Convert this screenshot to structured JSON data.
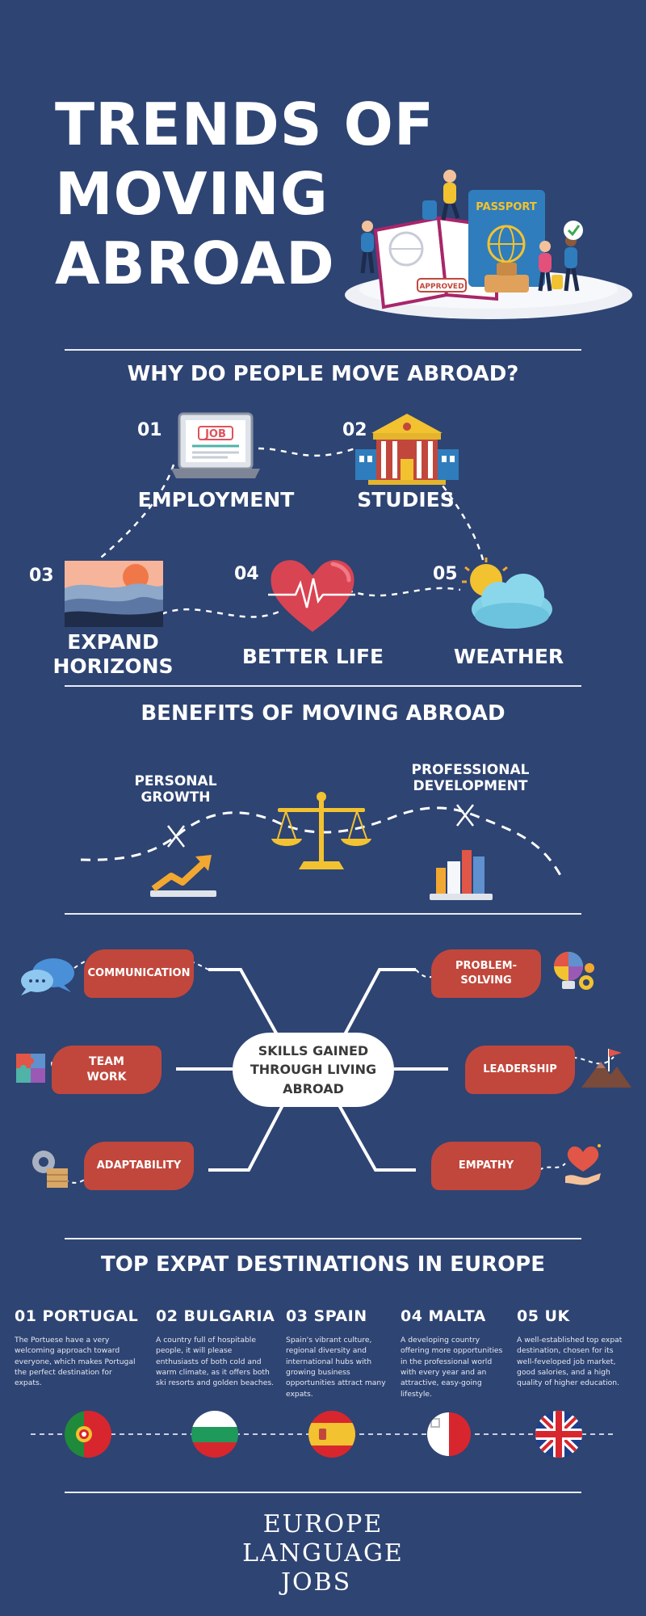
{
  "header": {
    "title_lines": [
      "TRENDS OF",
      "MOVING",
      "ABROAD"
    ],
    "passport_text": "PASSPORT",
    "stamp_text": "APPROVED"
  },
  "reasons": {
    "title": "WHY DO PEOPLE MOVE ABROAD?",
    "job_sign": "JOB",
    "items": [
      {
        "num": "01",
        "label": "EMPLOYMENT"
      },
      {
        "num": "02",
        "label": "STUDIES"
      },
      {
        "num": "03",
        "label_lines": [
          "EXPAND",
          "HORIZONS"
        ]
      },
      {
        "num": "04",
        "label": "BETTER LIFE"
      },
      {
        "num": "05",
        "label": "WEATHER"
      }
    ]
  },
  "benefits": {
    "title": "BENEFITS OF MOVING ABROAD",
    "personal": [
      "PERSONAL",
      "GROWTH"
    ],
    "professional": [
      "PROFESSIONAL",
      "DEVELOPMENT"
    ]
  },
  "skills": {
    "center_lines": [
      "SKILLS GAINED",
      "THROUGH LIVING",
      "ABROAD"
    ],
    "communication": "COMMUNICATION",
    "problem_solving": [
      "PROBLEM-",
      "SOLVING"
    ],
    "team_work": [
      "TEAM",
      "WORK"
    ],
    "leadership": "LEADERSHIP",
    "adaptability": "ADAPTABILITY",
    "empathy": "EMPATHY"
  },
  "destinations": {
    "title": "TOP EXPAT DESTINATIONS IN EUROPE",
    "items": [
      {
        "name": "01 PORTUGAL",
        "desc": "The Portuese have a very welcoming approach toward everyone, which makes Portugal the perfect destination for expats."
      },
      {
        "name": "02 BULGARIA",
        "desc": "A country full of hospitable people, it will please enthusiasts of both cold and warm climate, as it offers both ski resorts and golden beaches."
      },
      {
        "name": "03 SPAIN",
        "desc": "Spain's vibrant culture, regional diversity and international hubs with growing business opportunities attract many expats."
      },
      {
        "name": "04 MALTA",
        "desc": "A developing country offering more opportunities in the professional world with every year and an attractive, easy-going lifestyle."
      },
      {
        "name": "05 UK",
        "desc": "A well-established top expat destination, chosen for its well-feveloped job market, good salories, and a high quality of higher education."
      }
    ]
  },
  "logo": {
    "lines": [
      "EUROPE",
      "LANGUAGE",
      "JOBS"
    ]
  },
  "colors": {
    "background": "#2e4473",
    "accent_red": "#c1473c",
    "text": "#ffffff",
    "gold": "#f2c230"
  }
}
